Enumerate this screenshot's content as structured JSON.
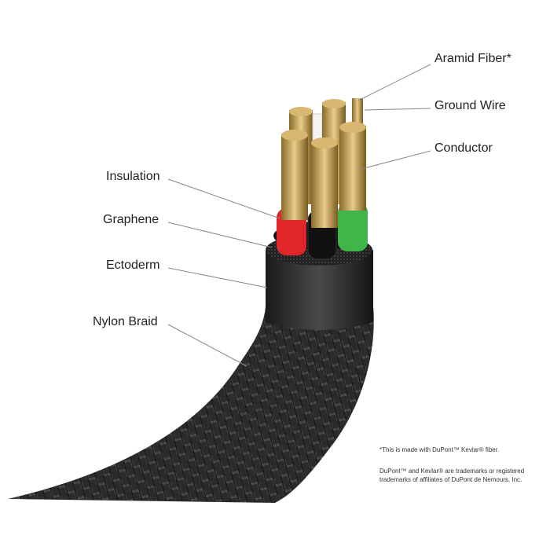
{
  "labels": {
    "aramid": "Aramid Fiber*",
    "ground": "Ground Wire",
    "conductor": "Conductor",
    "insulation": "Insulation",
    "graphene": "Graphene",
    "ectoderm": "Ectoderm",
    "nylon": "Nylon Braid"
  },
  "footnotes": {
    "kevlar": "*This is made with DuPont™ Kevlar® fiber.",
    "trademark_1": "DuPont™ and Kevlar® are trademarks or registered",
    "trademark_2": "trademarks of affiliates of DuPont de Nemours, Inc."
  },
  "colors": {
    "red": "#e0262a",
    "black": "#111111",
    "green": "#3fb54a",
    "copper": "#c9a55a",
    "braid": "#2a2a2a"
  }
}
